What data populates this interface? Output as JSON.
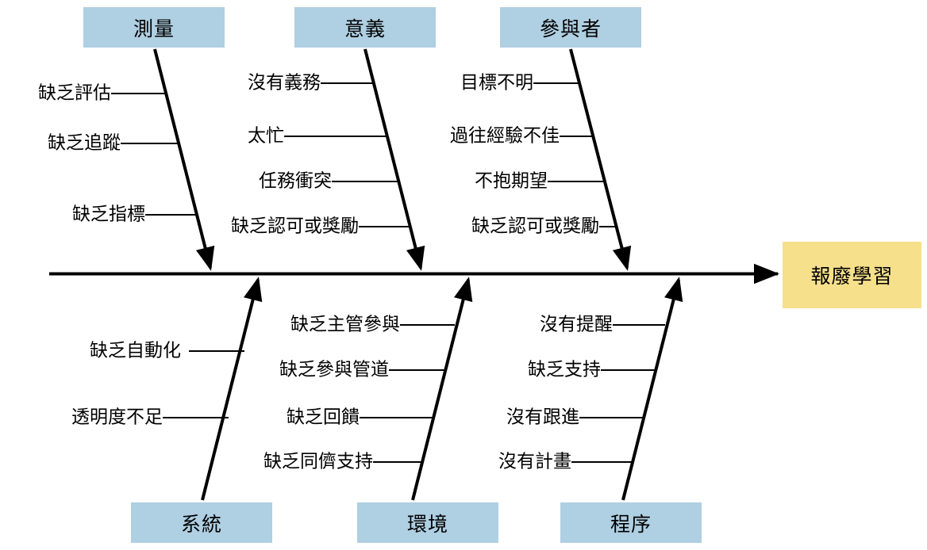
{
  "diagram": {
    "type": "fishbone-ishikawa",
    "effect": {
      "label": "報廢學習",
      "box_color": "#f7e08c"
    },
    "category_box_color": "#afcfe2",
    "spine_color": "#000000",
    "categories": [
      {
        "id": "measurement",
        "label": "測量",
        "position": "top",
        "causes": [
          "缺乏評估",
          "缺乏追蹤",
          "缺乏指標"
        ]
      },
      {
        "id": "meaning",
        "label": "意義",
        "position": "top",
        "causes": [
          "沒有義務",
          "太忙",
          "任務衝突",
          "缺乏認可或獎勵"
        ]
      },
      {
        "id": "participants",
        "label": "參與者",
        "position": "top",
        "causes": [
          "目標不明",
          "過往經驗不佳",
          "不抱期望",
          "缺乏認可或獎勵"
        ]
      },
      {
        "id": "system",
        "label": "系統",
        "position": "bottom",
        "causes": [
          "缺乏自動化",
          "透明度不足"
        ]
      },
      {
        "id": "environment",
        "label": "環境",
        "position": "bottom",
        "causes": [
          "缺乏主管參與",
          "缺乏參與管道",
          "缺乏回饋",
          "缺乏同儕支持"
        ]
      },
      {
        "id": "process",
        "label": "程序",
        "position": "bottom",
        "causes": [
          "沒有提醒",
          "缺乏支持",
          "沒有跟進",
          "沒有計畫"
        ]
      }
    ]
  }
}
